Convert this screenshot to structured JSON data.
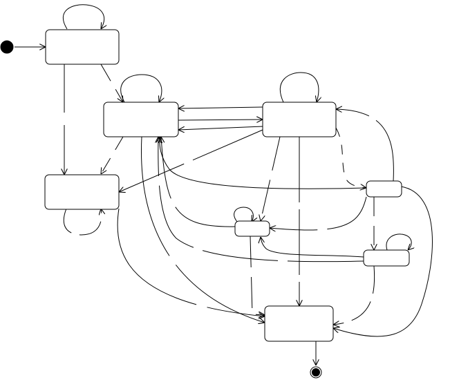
{
  "diagram": {
    "kind": "state machine",
    "colors": {
      "stroke": "#000000",
      "fill": "#ffffff",
      "initial": "#000000",
      "final": "#000000"
    },
    "states": [
      {
        "id": "s1",
        "label": ""
      },
      {
        "id": "s2",
        "label": ""
      },
      {
        "id": "s3",
        "label": ""
      },
      {
        "id": "s4",
        "label": ""
      },
      {
        "id": "s5",
        "label": ""
      },
      {
        "id": "s6",
        "label": ""
      },
      {
        "id": "s7",
        "label": ""
      },
      {
        "id": "s8",
        "label": ""
      }
    ],
    "pseudostates": [
      {
        "id": "initial",
        "type": "initial"
      },
      {
        "id": "final",
        "type": "final"
      }
    ],
    "transitions": [
      {
        "from": "initial",
        "to": "s1"
      },
      {
        "from": "s1",
        "to": "s1"
      },
      {
        "from": "s1",
        "to": "s2"
      },
      {
        "from": "s1",
        "to": "s3"
      },
      {
        "from": "s2",
        "to": "s2"
      },
      {
        "from": "s2",
        "to": "s3"
      },
      {
        "from": "s2",
        "to": "s4"
      },
      {
        "from": "s2",
        "to": "s8"
      },
      {
        "from": "s4",
        "to": "s2"
      },
      {
        "from": "s4",
        "to": "s2"
      },
      {
        "from": "s4",
        "to": "s4"
      },
      {
        "from": "s4",
        "to": "s3"
      },
      {
        "from": "s4",
        "to": "s6"
      },
      {
        "from": "s4",
        "to": "s5"
      },
      {
        "from": "s4",
        "to": "s8"
      },
      {
        "from": "s3",
        "to": "s3"
      },
      {
        "from": "s3",
        "to": "s8"
      },
      {
        "from": "s5",
        "to": "s4"
      },
      {
        "from": "s5",
        "to": "s2"
      },
      {
        "from": "s5",
        "to": "s6"
      },
      {
        "from": "s5",
        "to": "s7"
      },
      {
        "from": "s5",
        "to": "s8"
      },
      {
        "from": "s6",
        "to": "s6"
      },
      {
        "from": "s6",
        "to": "s2"
      },
      {
        "from": "s6",
        "to": "s8"
      },
      {
        "from": "s7",
        "to": "s7"
      },
      {
        "from": "s7",
        "to": "s6"
      },
      {
        "from": "s7",
        "to": "s2"
      },
      {
        "from": "s7",
        "to": "s8"
      },
      {
        "from": "s8",
        "to": "final"
      }
    ]
  }
}
